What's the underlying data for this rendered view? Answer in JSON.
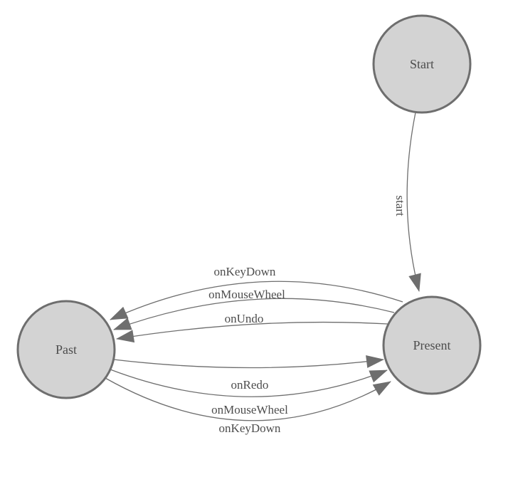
{
  "diagram": {
    "type": "state-machine",
    "background": "#ffffff",
    "colors": {
      "node_fill": "#d3d3d3",
      "node_stroke": "#6e6e6e",
      "edge_color": "#6e6e6e",
      "label_color": "#4d4d4d"
    },
    "nodes": [
      {
        "id": "start",
        "label": "Start"
      },
      {
        "id": "present",
        "label": "Present"
      },
      {
        "id": "past",
        "label": "Past"
      }
    ],
    "edges": [
      {
        "label": "start",
        "from": "Start",
        "to": "Present"
      },
      {
        "label": "onKeyDown",
        "from": "Present",
        "to": "Past"
      },
      {
        "label": "onMouseWheel",
        "from": "Present",
        "to": "Past"
      },
      {
        "label": "onUndo",
        "from": "Present",
        "to": "Past"
      },
      {
        "label": "onRedo",
        "from": "Past",
        "to": "Present"
      },
      {
        "label": "onMouseWheel",
        "from": "Past",
        "to": "Present"
      },
      {
        "label": "onKeyDown",
        "from": "Past",
        "to": "Present"
      }
    ]
  }
}
